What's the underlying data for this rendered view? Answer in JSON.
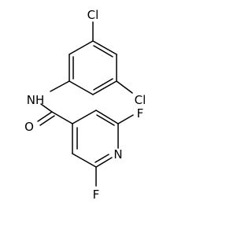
{
  "molecule": {
    "atoms": {
      "cl_top": "Cl",
      "cl_right": "Cl",
      "amide_n": "NH",
      "carbonyl_o": "O",
      "pyridine_n": "N",
      "f_top": "F",
      "f_bottom": "F"
    }
  }
}
